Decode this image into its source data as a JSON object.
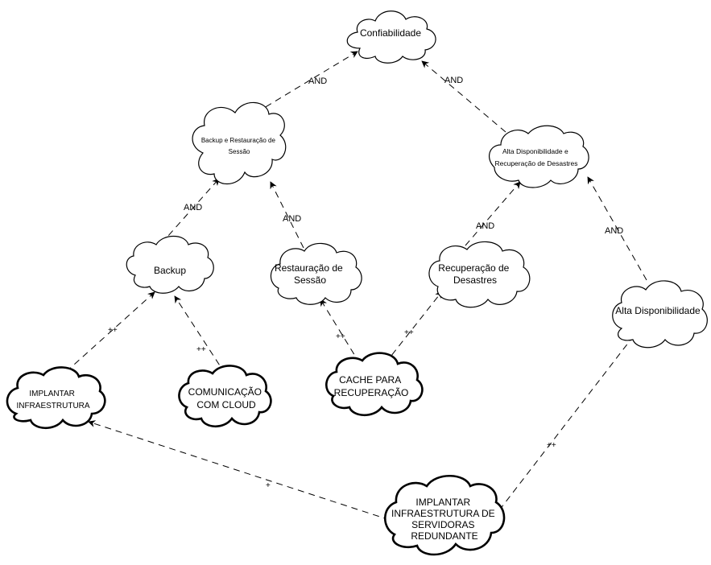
{
  "diagram": {
    "nodes": {
      "confiabilidade": [
        "Confiabilidade"
      ],
      "backup_restauracao": [
        "Backup e Restauração de",
        "Sessão"
      ],
      "alta_disp_recuperacao": [
        "Alta Disponibilidade e",
        "Recuperação de Desastres"
      ],
      "backup": [
        "Backup"
      ],
      "restauracao": [
        "Restauração de",
        "Sessão"
      ],
      "recuperacao": [
        "Recuperação de",
        "Desastres"
      ],
      "alta_disp": [
        "Alta Disponibilidade"
      ],
      "implantar_infra": [
        "IMPLANTAR",
        "INFRAESTRUTURA"
      ],
      "comunicacao_cloud": [
        "COMUNICAÇÃO",
        "COM CLOUD"
      ],
      "cache_recuperacao": [
        "CACHE PARA",
        "RECUPERAÇÃO"
      ],
      "implantar_redundante": [
        "IMPLANTAR",
        "INFRAESTRUTURA DE",
        "SERVIDORAS",
        "REDUNDANTE"
      ]
    },
    "edges": {
      "e1": "AND",
      "e2": "AND",
      "e3": "AND",
      "e4": "AND",
      "e5": "AND",
      "e6": "AND",
      "e7": "++",
      "e8": "++",
      "e9": "++",
      "e10": "++",
      "e11": "+",
      "e12": "++"
    }
  }
}
